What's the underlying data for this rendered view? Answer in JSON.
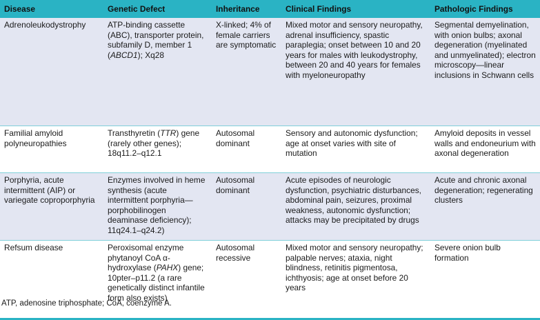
{
  "header": {
    "disease": "Disease",
    "genetic_defect": "Genetic Defect",
    "inheritance": "Inheritance",
    "clinical_findings": "Clinical Findings",
    "pathologic_findings": "Pathologic Findings"
  },
  "rows": [
    {
      "disease": "Adrenoleukodystrophy",
      "genetic_defect_pre": "ATP-binding cassette (ABC), transporter protein, subfamily D, member 1 (",
      "genetic_defect_em": "ABCD1",
      "genetic_defect_post": "); Xq28",
      "inheritance": "X-linked; 4% of female carriers are symptomatic",
      "clinical_findings": "Mixed motor and sensory neuropathy, adrenal insufficiency, spastic paraplegia; onset between 10 and 20 years for males with leukodystrophy, between 20 and 40 years for females with myeloneuropathy",
      "pathologic_findings": "Segmental demyelination, with onion bulbs; axonal degeneration (myelinated and unmyelinated); electron microscopy—linear inclusions in Schwann cells"
    },
    {
      "disease": "Familial amyloid polyneuropathies",
      "genetic_defect_pre": "Transthyretin (",
      "genetic_defect_em": "TTR",
      "genetic_defect_post": ") gene (rarely other genes); 18q11.2–q12.1",
      "inheritance": "Autosomal dominant",
      "clinical_findings": "Sensory and autonomic dysfunction; age at onset varies with site of mutation",
      "pathologic_findings": "Amyloid deposits in vessel walls and endoneurium with axonal degeneration"
    },
    {
      "disease": "Porphyria, acute intermittent (AIP) or variegate coproporphyria",
      "genetic_defect_pre": "Enzymes involved in heme synthesis (acute intermittent porphyria—porphobilinogen deaminase deficiency); 11q24.1–q24.2)",
      "genetic_defect_em": "",
      "genetic_defect_post": "",
      "inheritance": "Autosomal dominant",
      "clinical_findings": "Acute episodes of neurologic dysfunction, psychiatric disturbances, abdominal pain, seizures, proximal weakness, autonomic dysfunction; attacks may be precipitated by drugs",
      "pathologic_findings": "Acute and chronic axonal degeneration; regenerating clusters"
    },
    {
      "disease": "Refsum disease",
      "genetic_defect_pre": "Peroxisomal enzyme phytanoyl CoA α-hydroxylase (",
      "genetic_defect_em": "PAHX",
      "genetic_defect_post": ") gene; 10pter–p11.2 (a rare genetically distinct infantile form also exists)",
      "inheritance": "Autosomal recessive",
      "clinical_findings": "Mixed motor and sensory neuropathy; palpable nerves; ataxia, night blindness, retinitis pigmentosa, ichthyosis; age at onset before 20 years",
      "pathologic_findings": "Severe onion bulb formation"
    }
  ],
  "footnote": "ATP, adenosine triphosphate; CoA, coenzyme A."
}
